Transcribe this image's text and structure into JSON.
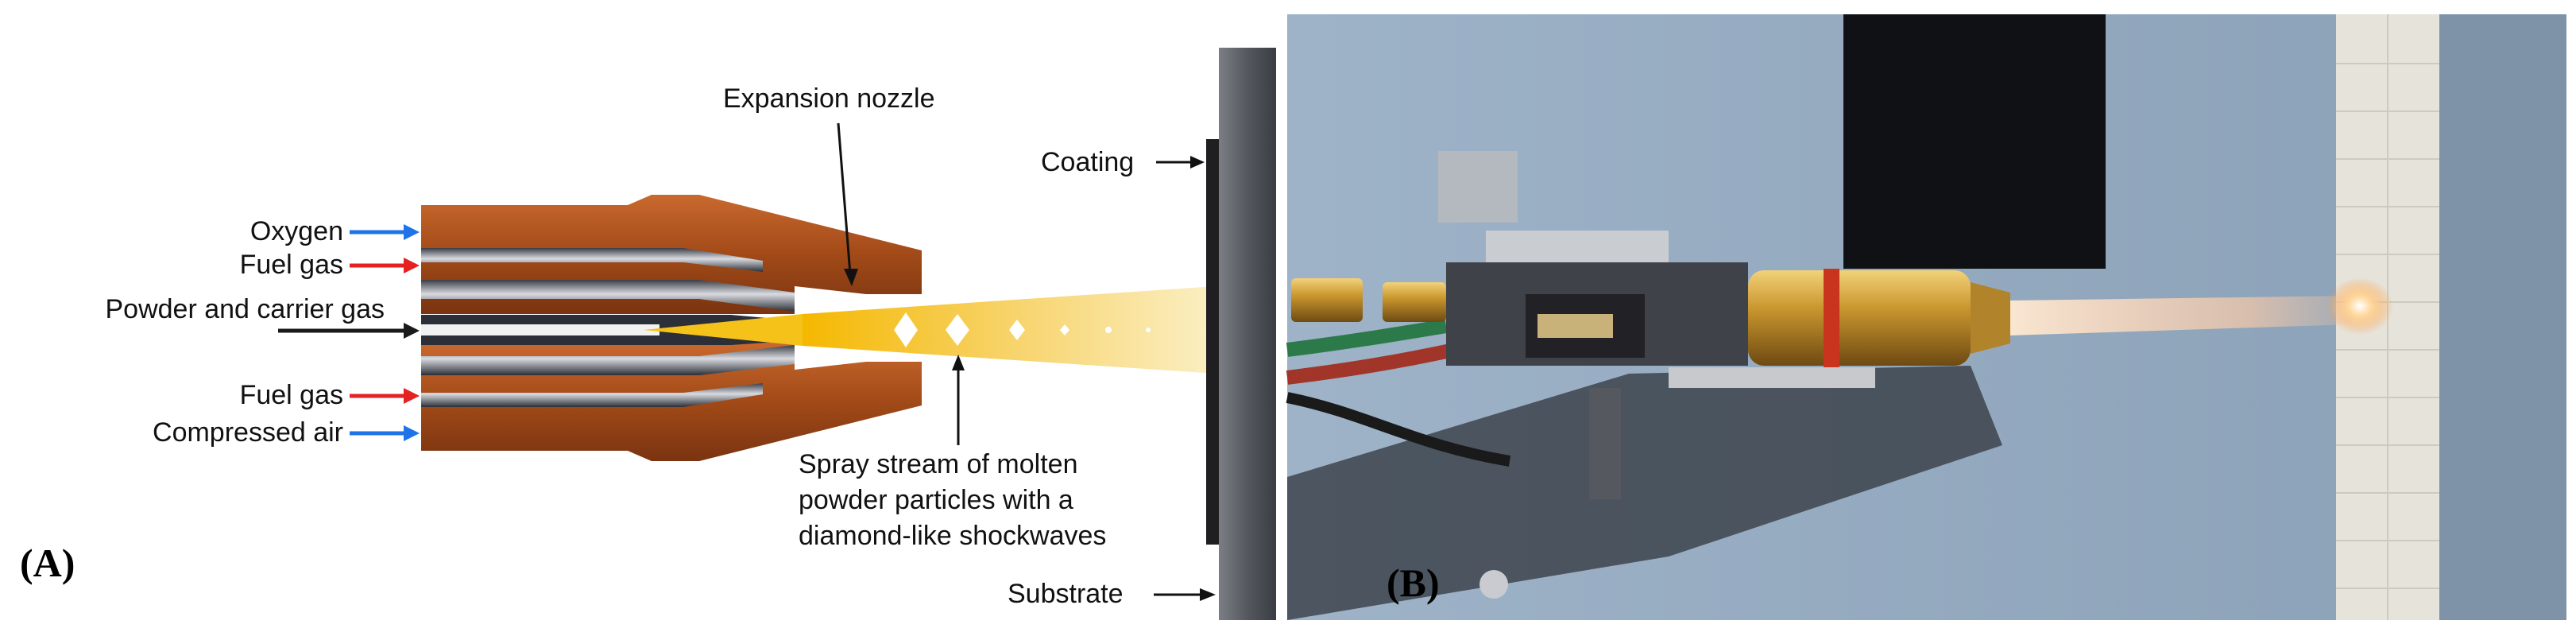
{
  "panel_a": {
    "label": "(A)",
    "inputs": [
      {
        "label": "Oxygen",
        "arrow_color": "#1e73e8"
      },
      {
        "label": "Fuel gas",
        "arrow_color": "#e42222"
      },
      {
        "label": "Powder and carrier gas",
        "arrow_color": "#1a1a1a"
      },
      {
        "label": "Fuel gas",
        "arrow_color": "#e42222"
      },
      {
        "label": "Compressed air",
        "arrow_color": "#1e73e8"
      }
    ],
    "expansion_nozzle_label": "Expansion nozzle",
    "coating_label": "Coating",
    "substrate_label": "Substrate",
    "spray_label_lines": [
      "Spray stream of molten",
      "powder particles with a",
      "diamond-like shockwaves"
    ],
    "colors": {
      "nozzle_copper": "#a9521f",
      "spray": "#f5c21a",
      "substrate": "#5c5e66",
      "coating": "#1f1f22"
    }
  },
  "panel_b": {
    "label": "(B)",
    "description_icon": "hvof-spray-gun-photo"
  }
}
